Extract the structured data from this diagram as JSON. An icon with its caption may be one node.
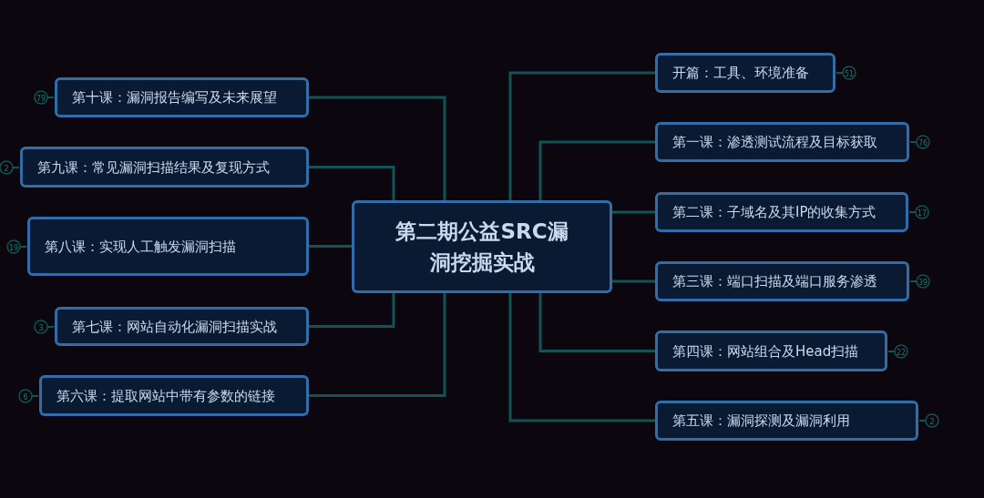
{
  "diagram": {
    "nodes": [
      {
        "text": [
          "第二期公益SRC漏洞挖掘实战"
        ]
      },
      {
        "text": [
          "开篇：工具、环境准备"
        ],
        "beside": [
          "51"
        ]
      },
      {
        "text": [
          "第一课：渗透测试流程及目标获取"
        ],
        "beside": [
          "76"
        ]
      },
      {
        "text": [
          "第二课：子域名及其IP的收集方式"
        ],
        "beside": [
          "17"
        ]
      },
      {
        "text": [
          "第三课：端口扫描及端口服务渗透"
        ],
        "beside": [
          "39"
        ]
      },
      {
        "text": [
          "第四课：网站组合及Head扫描"
        ],
        "beside": [
          "22"
        ]
      },
      {
        "text": [
          "第五课：漏洞探测及漏洞利用"
        ],
        "beside": [
          "2"
        ]
      },
      {
        "text": [
          "第十课：漏洞报告编写及未来展望"
        ],
        "beside": [
          "79"
        ]
      },
      {
        "text": [
          "第九课：常见漏洞扫描结果及复现方式"
        ],
        "beside": [
          "2"
        ]
      },
      {
        "text": [
          "第八课：实现人工触发漏洞扫描"
        ],
        "beside": [
          "19"
        ]
      },
      {
        "text": [
          "第七课：网站自动化漏洞扫描实战"
        ],
        "beside": [
          "3"
        ]
      },
      {
        "text": [
          "第六课：提取网站中带有参数的链接"
        ],
        "beside": [
          "6"
        ]
      }
    ],
    "edges": [
      {
        "from": 0,
        "to": 1,
        "arrow": "none"
      },
      {
        "from": 0,
        "to": 2,
        "arrow": "none"
      },
      {
        "from": 0,
        "to": 3,
        "arrow": "none"
      },
      {
        "from": 0,
        "to": 4,
        "arrow": "none"
      },
      {
        "from": 0,
        "to": 5,
        "arrow": "none"
      },
      {
        "from": 0,
        "to": 6,
        "arrow": "none"
      },
      {
        "from": 0,
        "to": 7,
        "arrow": "none"
      },
      {
        "from": 0,
        "to": 8,
        "arrow": "none"
      },
      {
        "from": 0,
        "to": 9,
        "arrow": "none"
      },
      {
        "from": 0,
        "to": 10,
        "arrow": "none"
      },
      {
        "from": 0,
        "to": 11,
        "arrow": "none"
      }
    ]
  }
}
